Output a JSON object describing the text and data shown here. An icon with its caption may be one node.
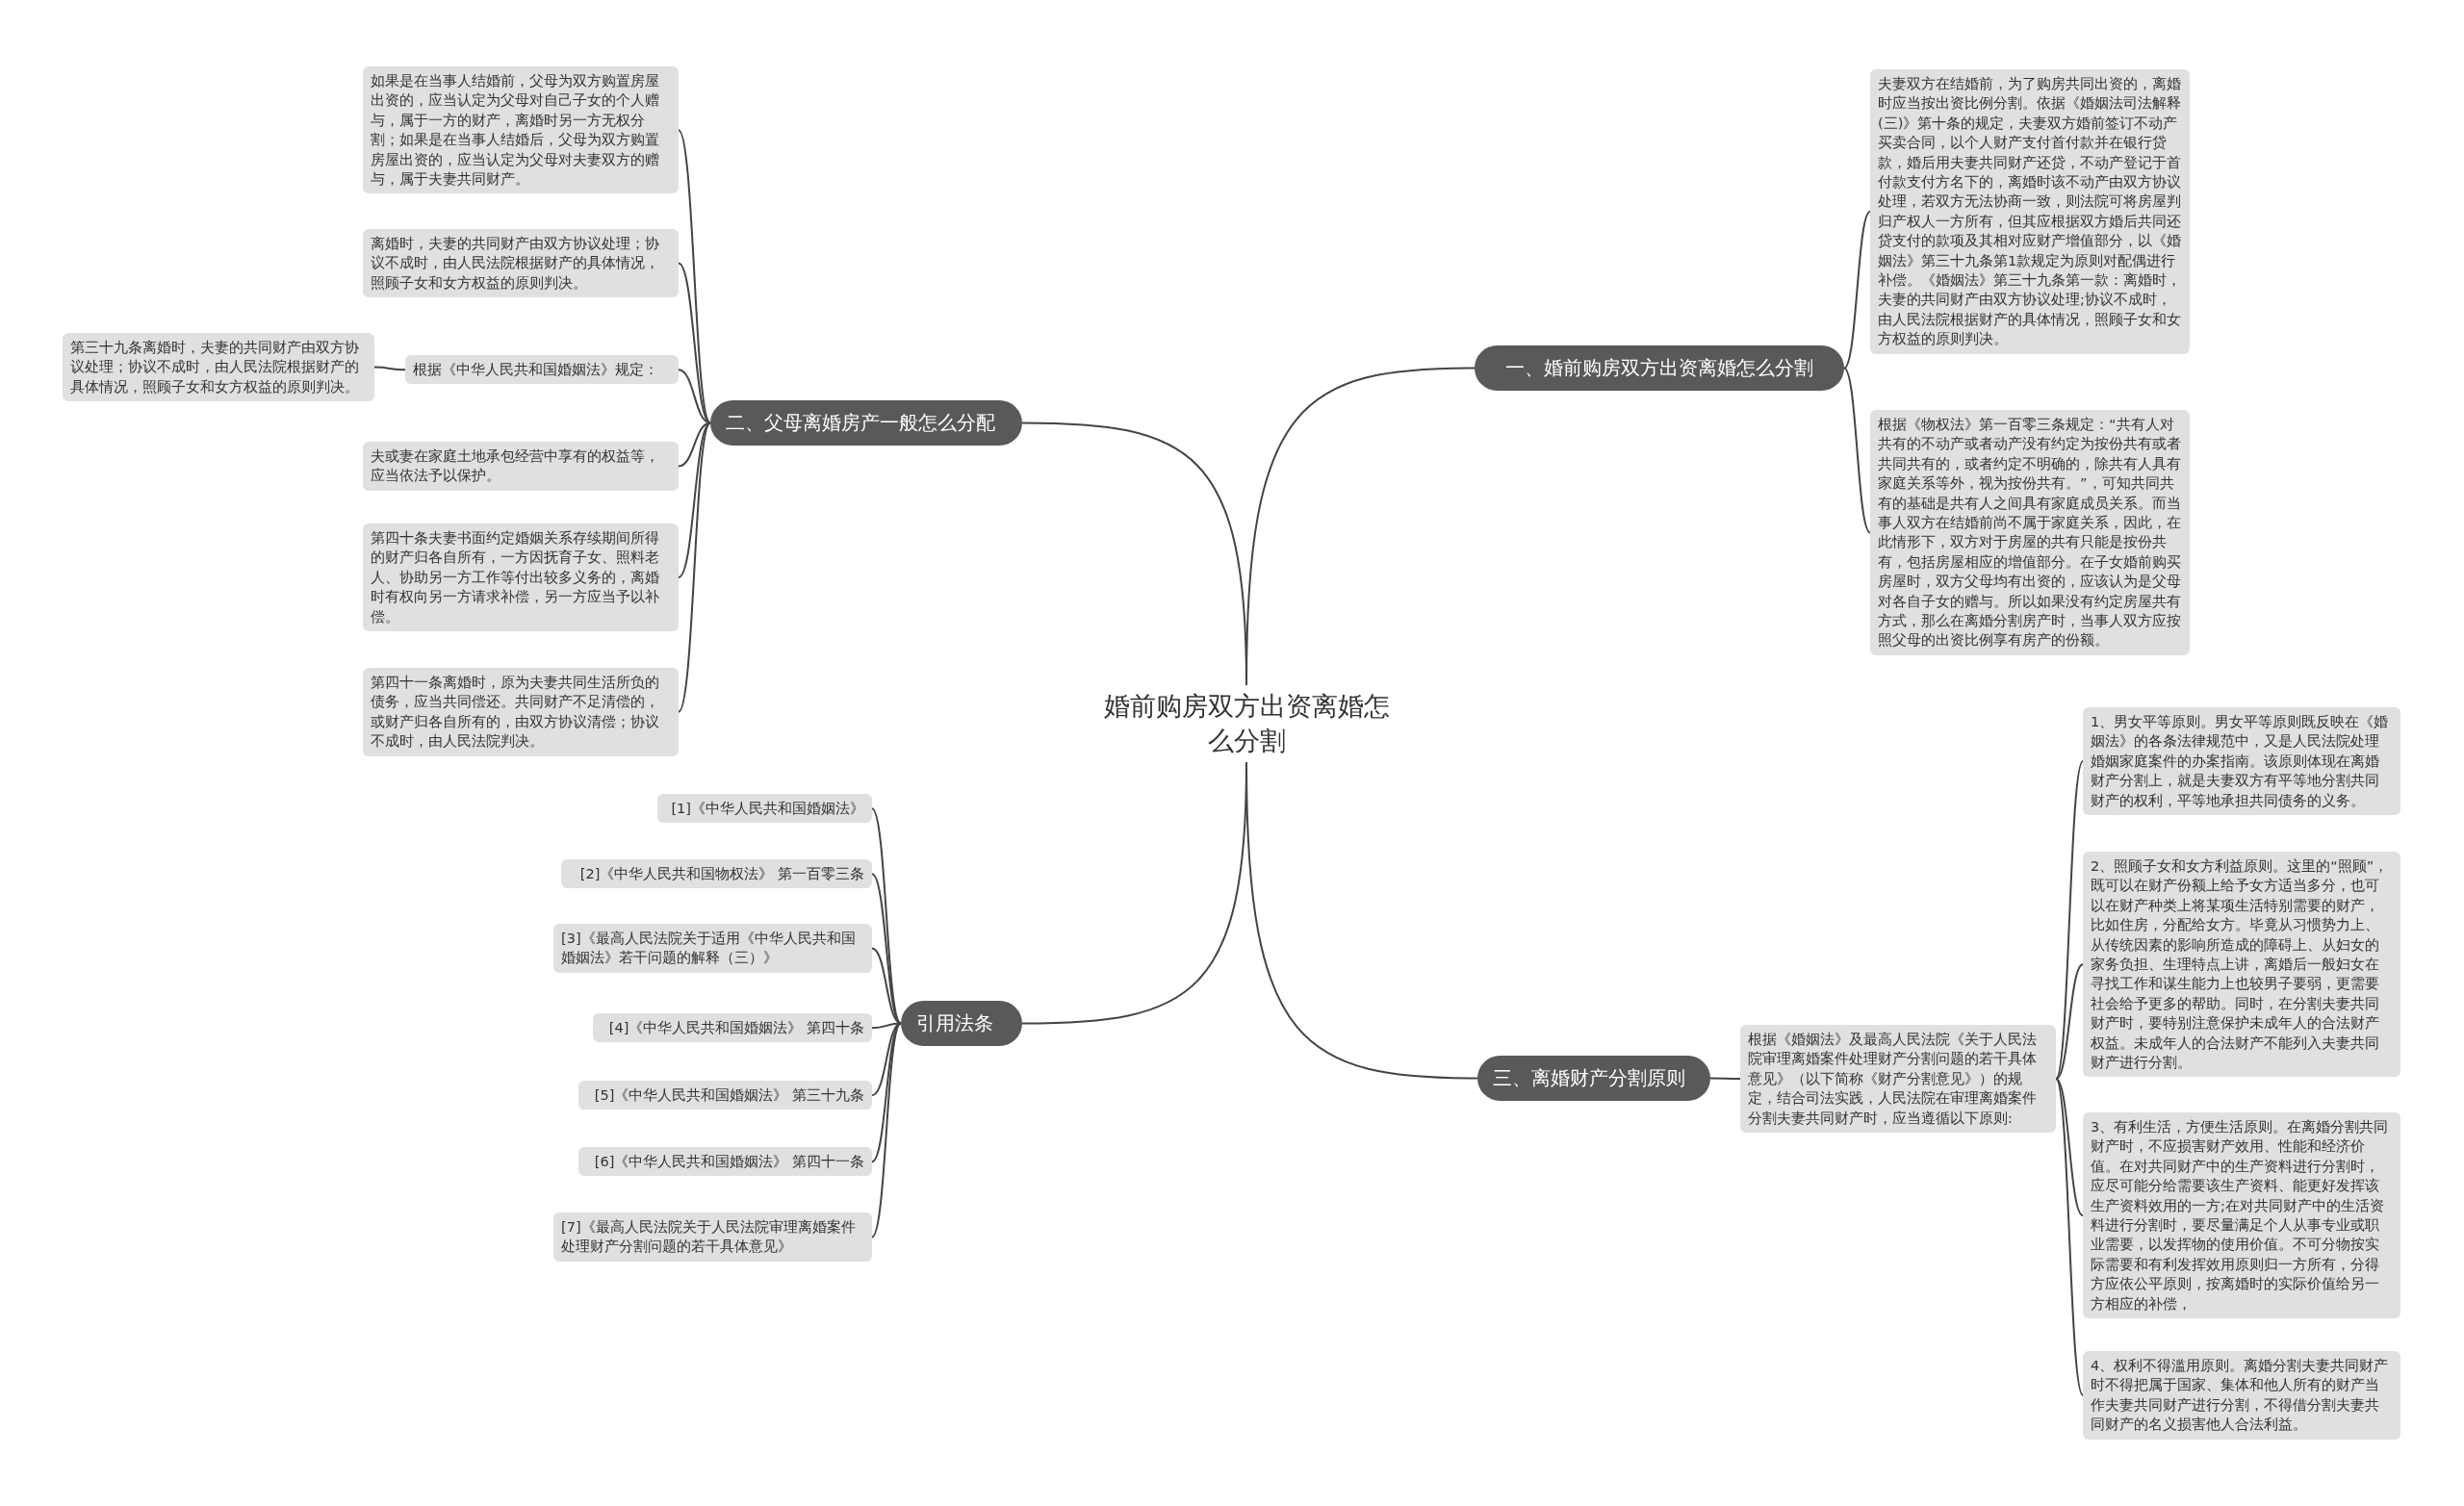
{
  "diagram": {
    "nodes": [
      {
        "text": [
          "婚前购房双方出资离婚怎么分割"
        ]
      },
      {
        "text": [
          "一、婚前购房双方出资离婚怎么分割"
        ]
      },
      {
        "text": [
          "夫妻双方在结婚前，为了购房共同出资的，离婚时应当按出资比例分割。依据《婚姻法司法解释(三)》第十条的规定，夫妻双方婚前签订不动产买卖合同，以个人财产支付首付款并在银行贷款，婚后用夫妻共同财产还贷，不动产登记于首付款支付方名下的，离婚时该不动产由双方协议处理，若双方无法协商一致，则法院可将房屋判归产权人一方所有，但其应根据双方婚后共同还贷支付的款项及其相对应财产增值部分，以《婚姻法》第三十九条第1款规定为原则对配偶进行补偿。《婚姻法》第三十九条第一款：离婚时，夫妻的共同财产由双方协议处理;协议不成时，由人民法院根据财产的具体情况，照顾子女和女方权益的原则判决。"
        ]
      },
      {
        "text": [
          "根据《物权法》第一百零三条规定：“共有人对共有的不动产或者动产没有约定为按份共有或者共同共有的，或者约定不明确的，除共有人具有家庭关系等外，视为按份共有。”，可知共同共有的基础是共有人之间具有家庭成员关系。而当事人双方在结婚前尚不属于家庭关系，因此，在此情形下，双方对于房屋的共有只能是按份共有，包括房屋相应的增值部分。在子女婚前购买房屋时，双方父母均有出资的，应该认为是父母对各自子女的赠与。所以如果没有约定房屋共有方式，那么在离婚分割房产时，当事人双方应按照父母的出资比例享有房产的份额。"
        ]
      },
      {
        "text": [
          "二、父母离婚房产一般怎么分配"
        ]
      },
      {
        "text": [
          "如果是在当事人结婚前，父母为双方购置房屋出资的，应当认定为父母对自己子女的个人赠与，属于一方的财产，离婚时另一方无权分割；如果是在当事人结婚后，父母为双方购置房屋出资的，应当认定为父母对夫妻双方的赠与，属于夫妻共同财产。"
        ]
      },
      {
        "text": [
          "离婚时，夫妻的共同财产由双方协议处理；协议不成时，由人民法院根据财产的具体情况，照顾子女和女方权益的原则判决。"
        ]
      },
      {
        "text": [
          "根据《中华人民共和国婚姻法》规定："
        ]
      },
      {
        "text": [
          "第三十九条离婚时，夫妻的共同财产由双方协议处理；协议不成时，由人民法院根据财产的具体情况，照顾子女和女方权益的原则判决。"
        ]
      },
      {
        "text": [
          "夫或妻在家庭土地承包经营中享有的权益等，应当依法予以保护。"
        ]
      },
      {
        "text": [
          "第四十条夫妻书面约定婚姻关系存续期间所得的财产归各自所有，一方因抚育子女、照料老人、协助另一方工作等付出较多义务的，离婚时有权向另一方请求补偿，另一方应当予以补偿。"
        ]
      },
      {
        "text": [
          "第四十一条离婚时，原为夫妻共同生活所负的债务，应当共同偿还。共同财产不足清偿的，或财产归各自所有的，由双方协议清偿；协议不成时，由人民法院判决。"
        ]
      },
      {
        "text": [
          "引用法条"
        ]
      },
      {
        "text": [
          "[1]《中华人民共和国婚姻法》"
        ]
      },
      {
        "text": [
          "[2]《中华人民共和国物权法》 第一百零三条"
        ]
      },
      {
        "text": [
          "[3]《最高人民法院关于适用《中华人民共和国婚姻法》若干问题的解释（三）》"
        ]
      },
      {
        "text": [
          "[4]《中华人民共和国婚姻法》 第四十条"
        ]
      },
      {
        "text": [
          "[5]《中华人民共和国婚姻法》 第三十九条"
        ]
      },
      {
        "text": [
          "[6]《中华人民共和国婚姻法》 第四十一条"
        ]
      },
      {
        "text": [
          "[7]《最高人民法院关于人民法院审理离婚案件处理财产分割问题的若干具体意见》"
        ]
      },
      {
        "text": [
          "三、离婚财产分割原则"
        ]
      },
      {
        "text": [
          "根据《婚姻法》及最高人民法院《关于人民法院审理离婚案件处理财产分割问题的若干具体意见》（以下简称《财产分割意见》）的规定，结合司法实践，人民法院在审理离婚案件分割夫妻共同财产时，应当遵循以下原则:"
        ]
      },
      {
        "text": [
          "1、男女平等原则。男女平等原则既反映在《婚姻法》的各条法律规范中，又是人民法院处理婚姻家庭案件的办案指南。该原则体现在离婚财产分割上，就是夫妻双方有平等地分割共同财产的权利，平等地承担共同债务的义务。"
        ]
      },
      {
        "text": [
          "2、照顾子女和女方利益原则。这里的“照顾”，既可以在财产份额上给予女方适当多分，也可以在财产种类上将某项生活特别需要的财产，比如住房，分配给女方。毕竟从习惯势力上、从传统因素的影响所造成的障碍上、从妇女的家务负担、生理特点上讲，离婚后一般妇女在寻找工作和谋生能力上也较男子要弱，更需要社会给予更多的帮助。同时，在分割夫妻共同财产时，要特别注意保护未成年人的合法财产权益。未成年人的合法财产不能列入夫妻共同财产进行分割。"
        ]
      },
      {
        "text": [
          "3、有利生活，方便生活原则。在离婚分割共同财产时，不应损害财产效用、性能和经济价值。在对共同财产中的生产资料进行分割时，应尽可能分给需要该生产资料、能更好发挥该生产资料效用的一方;在对共同财产中的生活资料进行分割时，要尽量满足个人从事专业或职业需要，以发挥物的使用价值。不可分物按实际需要和有利发挥效用原则归一方所有，分得方应依公平原则，按离婚时的实际价值给另一方相应的补偿，"
        ]
      },
      {
        "text": [
          "4、权利不得滥用原则。离婚分割夫妻共同财产时不得把属于国家、集体和他人所有的财产当作夫妻共同财产进行分割，不得借分割夫妻共同财产的名义损害他人合法利益。"
        ]
      }
    ],
    "edges": [
      {
        "from": 0,
        "to": 1,
        "arrow": "none"
      },
      {
        "from": 1,
        "to": 2,
        "arrow": "none"
      },
      {
        "from": 1,
        "to": 3,
        "arrow": "none"
      },
      {
        "from": 0,
        "to": 4,
        "arrow": "none"
      },
      {
        "from": 4,
        "to": 5,
        "arrow": "none"
      },
      {
        "from": 4,
        "to": 6,
        "arrow": "none"
      },
      {
        "from": 4,
        "to": 7,
        "arrow": "none"
      },
      {
        "from": 7,
        "to": 8,
        "arrow": "none"
      },
      {
        "from": 4,
        "to": 9,
        "arrow": "none"
      },
      {
        "from": 4,
        "to": 10,
        "arrow": "none"
      },
      {
        "from": 4,
        "to": 11,
        "arrow": "none"
      },
      {
        "from": 0,
        "to": 12,
        "arrow": "none"
      },
      {
        "from": 12,
        "to": 13,
        "arrow": "none"
      },
      {
        "from": 12,
        "to": 14,
        "arrow": "none"
      },
      {
        "from": 12,
        "to": 15,
        "arrow": "none"
      },
      {
        "from": 12,
        "to": 16,
        "arrow": "none"
      },
      {
        "from": 12,
        "to": 17,
        "arrow": "none"
      },
      {
        "from": 12,
        "to": 18,
        "arrow": "none"
      },
      {
        "from": 12,
        "to": 19,
        "arrow": "none"
      },
      {
        "from": 0,
        "to": 20,
        "arrow": "none"
      },
      {
        "from": 20,
        "to": 21,
        "arrow": "none"
      },
      {
        "from": 21,
        "to": 22,
        "arrow": "none"
      },
      {
        "from": 21,
        "to": 23,
        "arrow": "none"
      },
      {
        "from": 21,
        "to": 24,
        "arrow": "none"
      },
      {
        "from": 21,
        "to": 25,
        "arrow": "none"
      }
    ]
  }
}
